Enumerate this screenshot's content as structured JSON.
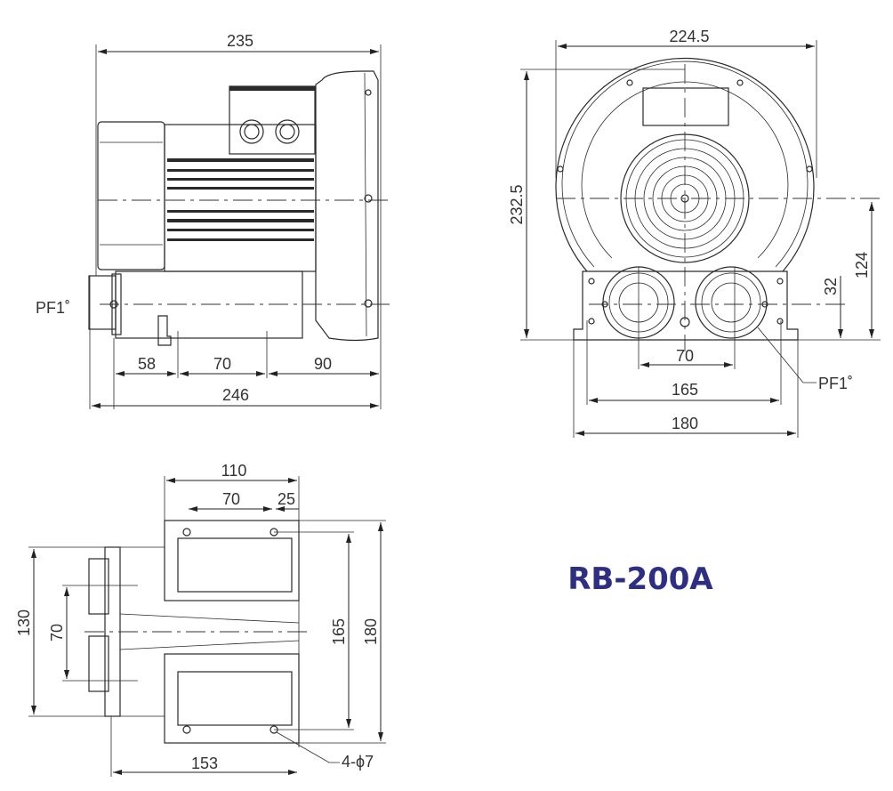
{
  "model": "RB-200A",
  "colors": {
    "model_text": "#2e2f83",
    "lines": "#2a2a2a"
  },
  "side_view": {
    "overall_top": "235",
    "overall_bottom": "246",
    "port_label": "PF1˚",
    "base_dims": [
      "58",
      "70",
      "90"
    ]
  },
  "front_view": {
    "width": "224.5",
    "height": "232.5",
    "center_height": "124",
    "port_height": "32",
    "port_spacing": "70",
    "hole_spacing": "165",
    "base_width": "180",
    "port_label": "PF1˚"
  },
  "bottom_view": {
    "depth": "110",
    "hole_spacing_x": "70",
    "offset": "25",
    "flange_height": "130",
    "port_spacing": "70",
    "hole_spacing_y": "165",
    "base_length": "180",
    "overall": "153",
    "holes": "4-ϕ7"
  }
}
